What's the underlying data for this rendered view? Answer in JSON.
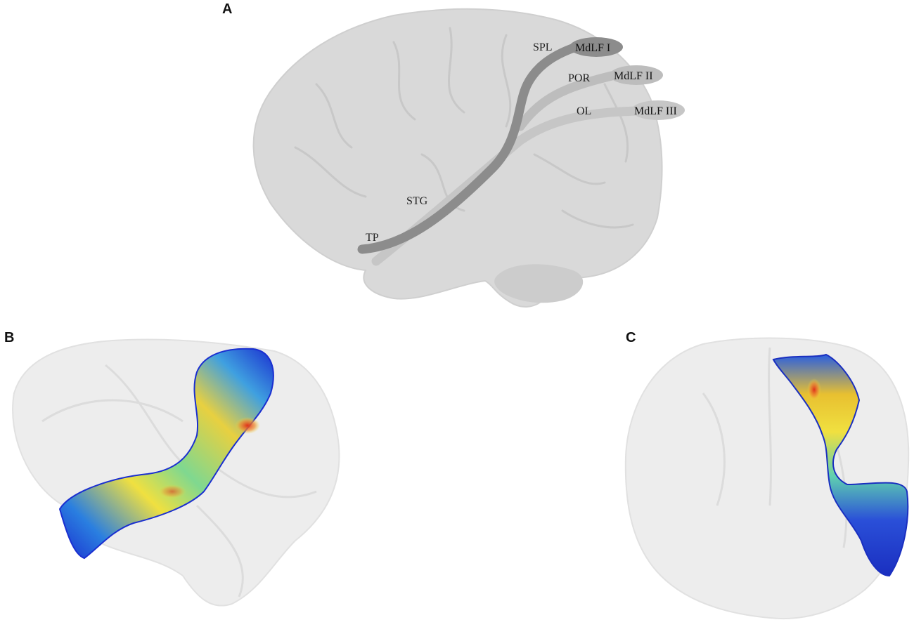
{
  "panels": {
    "a": {
      "label": "A"
    },
    "b": {
      "label": "B"
    },
    "c": {
      "label": "C"
    }
  },
  "regions": {
    "spl": "SPL",
    "por": "POR",
    "ol": "OL",
    "stg": "STG",
    "tp": "TP"
  },
  "tracts": {
    "mdlf1": "MdLF I",
    "mdlf2": "MdLF II",
    "mdlf3": "MdLF III"
  },
  "colors": {
    "brain": "#d9d9d9",
    "brain_outline": "#cfcfcf",
    "tract_dark": "#8c8c8c",
    "tract_light": "#bdbdbd",
    "tract_mid": "#c6c6c6",
    "glass_brain": "#e8e8e8",
    "colormap_low": "#1f3fd6",
    "colormap_mid": "#3fd4c8",
    "colormap_high": "#f0e040",
    "colormap_peak": "#e0401c"
  }
}
